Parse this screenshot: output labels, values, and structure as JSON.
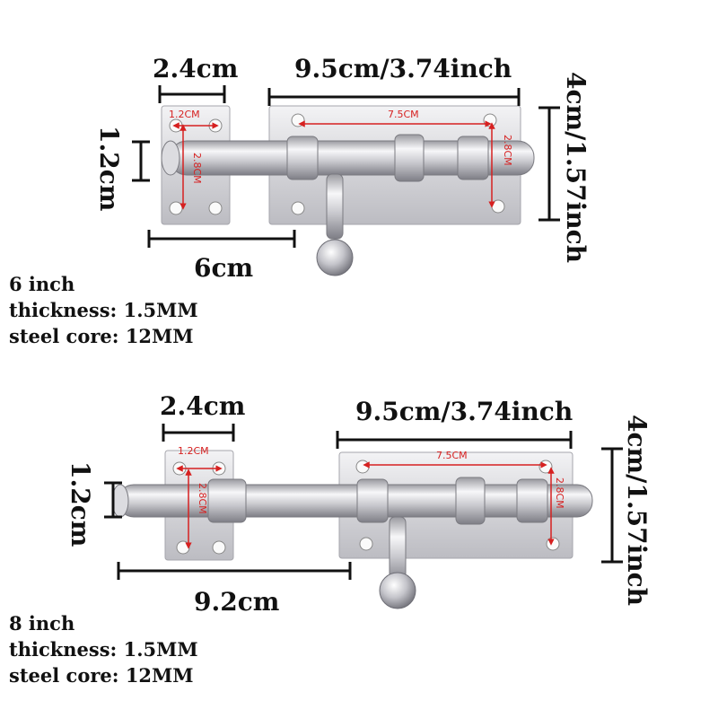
{
  "products": [
    {
      "dims": {
        "plate_width": "2.4cm",
        "body_length": "9.5cm/3.74inch",
        "height": "4cm/1.57inch",
        "bolt_diameter": "1.2cm",
        "bolt_extension": "6cm",
        "hole_spacing_small": "1.2CM",
        "hole_spacing_small_vertical": "2.8CM",
        "hole_spacing_large": "7.5CM",
        "hole_spacing_large_vertical": "2.8CM"
      },
      "size": "6 inch",
      "thickness": "thickness: 1.5MM",
      "steel_core": "steel core: 12MM"
    },
    {
      "dims": {
        "plate_width": "2.4cm",
        "body_length": "9.5cm/3.74inch",
        "height": "4cm/1.57inch",
        "bolt_diameter": "1.2cm",
        "bolt_extension": "9.2cm",
        "hole_spacing_small": "1.2CM",
        "hole_spacing_small_vertical": "2.8CM",
        "hole_spacing_large": "7.5CM",
        "hole_spacing_large_vertical": "2.8CM"
      },
      "size": "8 inch",
      "thickness": "thickness: 1.5MM",
      "steel_core": "steel core: 12MM"
    }
  ],
  "colors": {
    "dimension_line": "#111111",
    "annotation_red": "#d62020",
    "steel_light": "#e4e4e6",
    "steel_dark": "#8a8a90"
  }
}
